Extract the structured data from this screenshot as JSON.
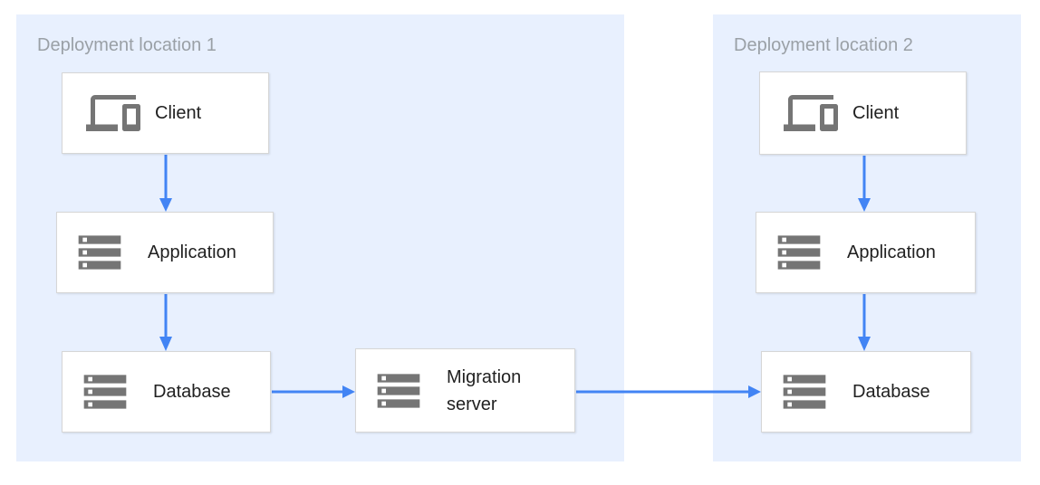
{
  "colors": {
    "canvas-bg": "#ffffff",
    "container-bg": "#e8f0fe",
    "arrow": "#4284f4",
    "node-bg": "#ffffff",
    "node-border": "#d6d6d6",
    "icon-gray": "#757575",
    "group-label": "#9aa0a6",
    "node-label": "#212121"
  },
  "groups": [
    {
      "label": "Deployment location 1"
    },
    {
      "label": "Deployment location 2"
    }
  ],
  "nodes": {
    "client1": {
      "label": "Client",
      "icon": "devices-icon",
      "group": "Deployment location 1"
    },
    "application1": {
      "label": "Application",
      "icon": "server-icon",
      "group": "Deployment location 1"
    },
    "database1": {
      "label": "Database",
      "icon": "server-icon",
      "group": "Deployment location 1"
    },
    "migration_server": {
      "label": "Migration server",
      "icon": "server-icon",
      "group": "Deployment location 1"
    },
    "client2": {
      "label": "Client",
      "icon": "devices-icon",
      "group": "Deployment location 2"
    },
    "application2": {
      "label": "Application",
      "icon": "server-icon",
      "group": "Deployment location 2"
    },
    "database2": {
      "label": "Database",
      "icon": "server-icon",
      "group": "Deployment location 2"
    }
  },
  "edges": [
    {
      "from": "client1",
      "to": "application1"
    },
    {
      "from": "application1",
      "to": "database1"
    },
    {
      "from": "database1",
      "to": "migration_server"
    },
    {
      "from": "migration_server",
      "to": "database2"
    },
    {
      "from": "client2",
      "to": "application2"
    },
    {
      "from": "application2",
      "to": "database2"
    }
  ]
}
